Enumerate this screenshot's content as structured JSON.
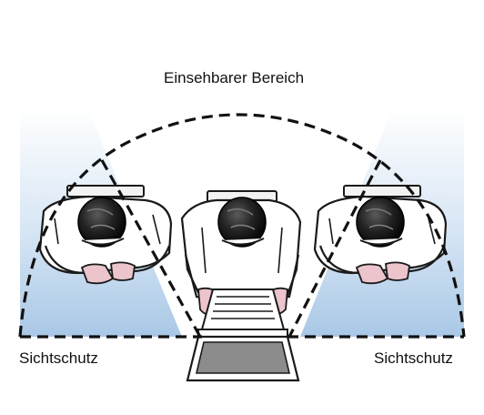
{
  "labels": {
    "visible_area": "Einsehbarer Bereich",
    "privacy_screen_left": "Sichtschutz",
    "privacy_screen_right": "Sichtschutz"
  },
  "colors": {
    "zone_blue": "#a9c8e6",
    "zone_light": "#eef4fb",
    "figure_fill": "#ffffff",
    "figure_shade": "#e2e2e2",
    "hand": "#ecc4cc",
    "hair": "#1a1a1a",
    "outline": "#1a1a1a",
    "monitor_screen": "#8c8c8c"
  },
  "icons": {
    "left_person": "seated-person-icon",
    "center_person": "seated-person-at-laptop-icon",
    "right_person": "seated-person-icon",
    "laptop": "laptop-icon"
  }
}
